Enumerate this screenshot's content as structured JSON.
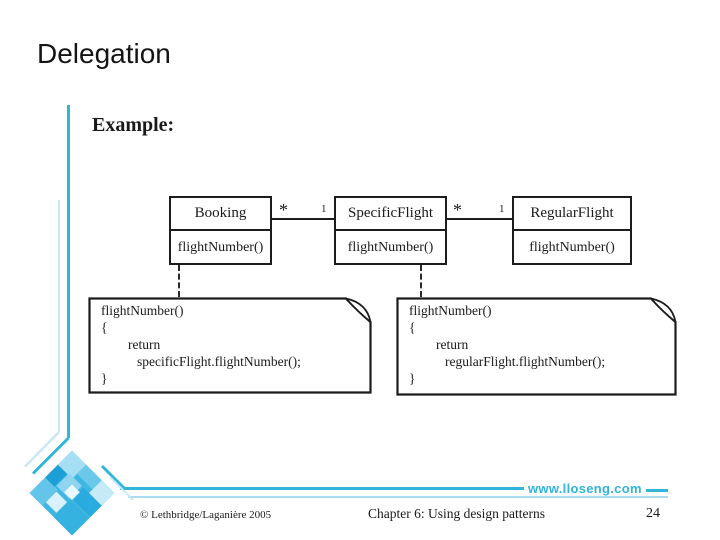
{
  "slide": {
    "title": "Delegation",
    "section_label": "Example:",
    "footer": {
      "website": "www.lloseng.com",
      "copyright": "© Lethbridge/Laganière 2005",
      "chapter": "Chapter 6: Using design patterns",
      "page_number": "24"
    },
    "colors": {
      "accent": "#31b5d8",
      "accent_pale": "#a9dcee"
    }
  },
  "diagram": {
    "classes": [
      {
        "name": "Booking",
        "method": "flightNumber()"
      },
      {
        "name": "SpecificFlight",
        "method": "flightNumber()"
      },
      {
        "name": "RegularFlight",
        "method": "flightNumber()"
      }
    ],
    "associations": [
      {
        "from": "Booking",
        "to": "SpecificFlight",
        "from_label": "*",
        "to_label": "1"
      },
      {
        "from": "SpecificFlight",
        "to": "RegularFlight",
        "from_label": "*",
        "to_label": "1"
      }
    ],
    "notes": [
      {
        "attached_to": "Booking",
        "lines": [
          "flightNumber()",
          "{",
          "return",
          "specificFlight.flightNumber();",
          "}"
        ]
      },
      {
        "attached_to": "SpecificFlight",
        "lines": [
          "flightNumber()",
          "{",
          "return",
          "regularFlight.flightNumber();",
          "}"
        ]
      }
    ]
  }
}
